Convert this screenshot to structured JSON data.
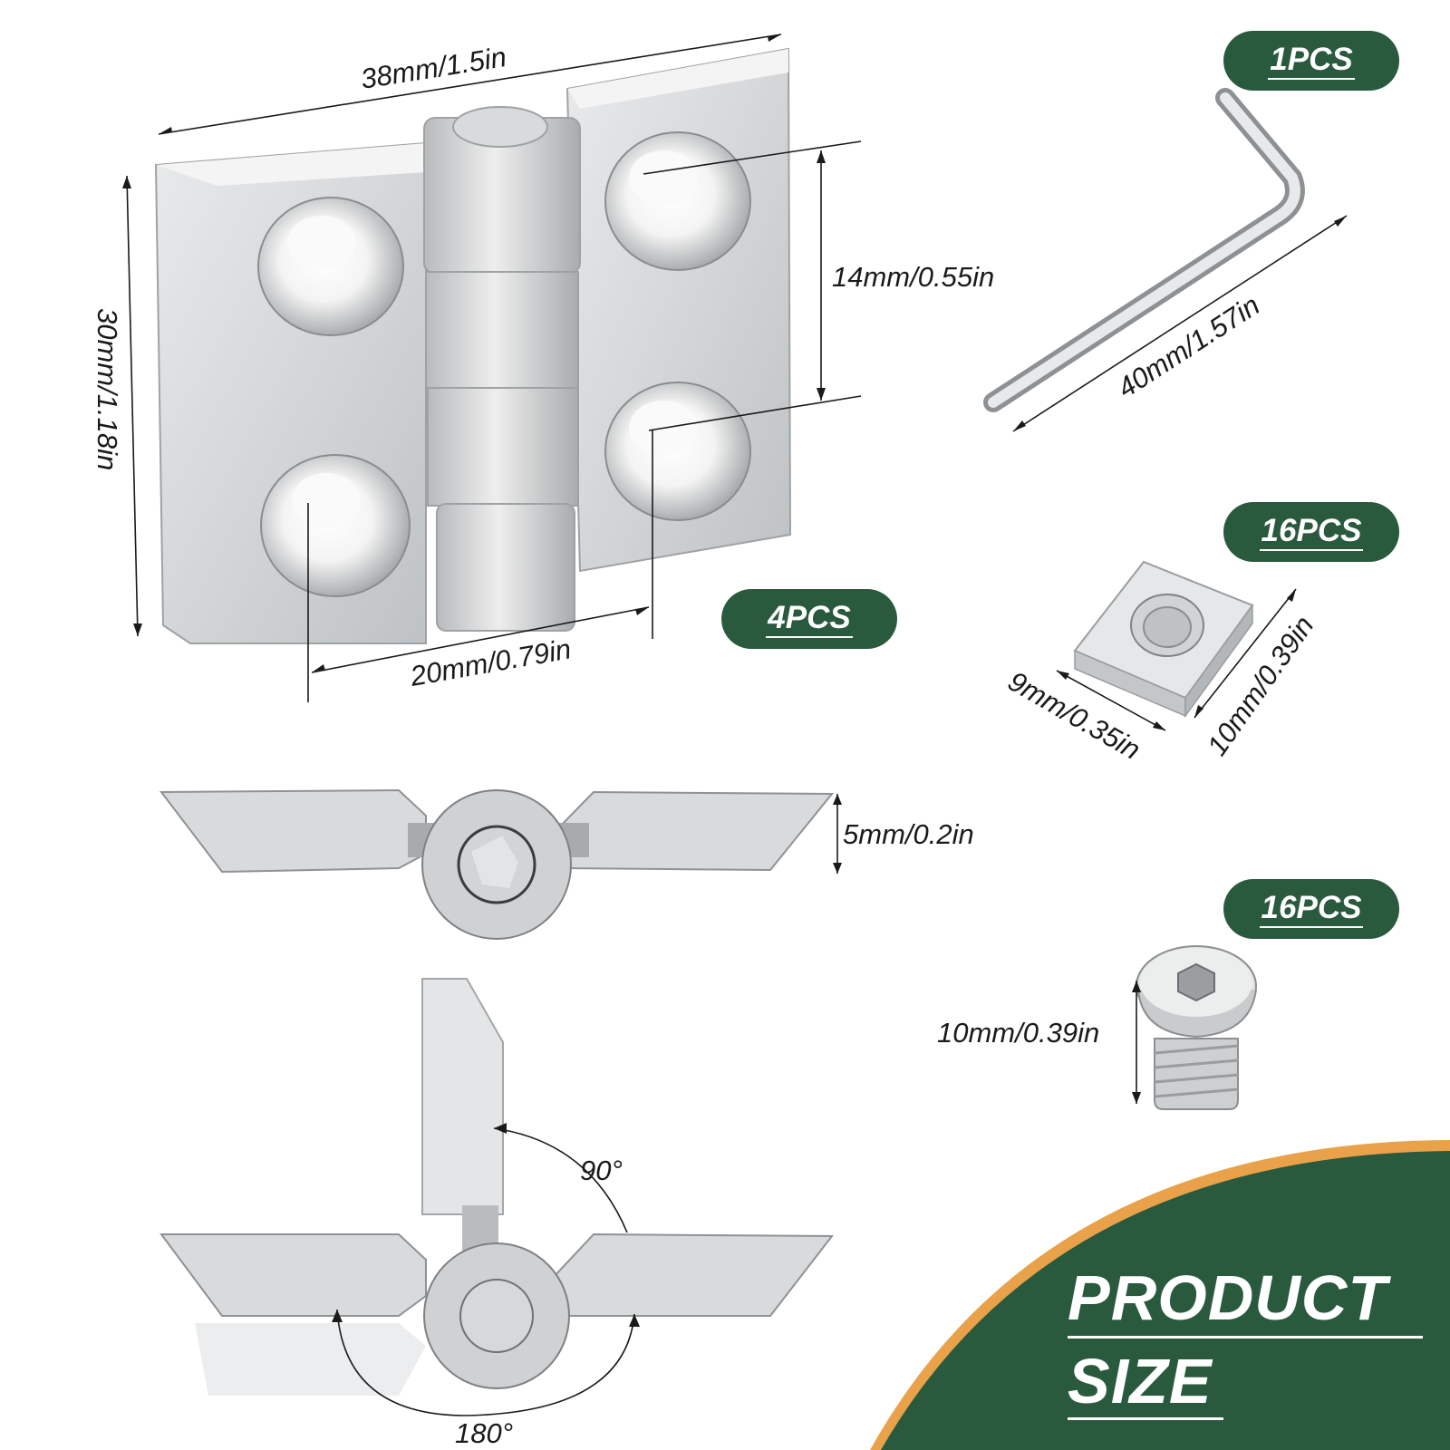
{
  "badges": {
    "hinge": "4PCS",
    "wrench": "1PCS",
    "nut": "16PCS",
    "screw": "16PCS"
  },
  "dimensions": {
    "hinge_width": "38mm/1.5in",
    "hinge_height": "30mm/1.18in",
    "hole_spacing_vertical": "14mm/0.55in",
    "hole_spacing_horizontal": "20mm/0.79in",
    "thickness": "5mm/0.2in",
    "wrench_length": "40mm/1.57in",
    "nut_width": "9mm/0.35in",
    "nut_length": "10mm/0.39in",
    "screw_length": "10mm/0.39in"
  },
  "angles": {
    "right": "90°",
    "straight": "180°"
  },
  "title": {
    "line1": "PRODUCT",
    "line2": "SIZE"
  },
  "colors": {
    "accent_green": "#2a5a3e",
    "accent_orange": "#e9a24a",
    "metal": "#cfd1d3"
  }
}
